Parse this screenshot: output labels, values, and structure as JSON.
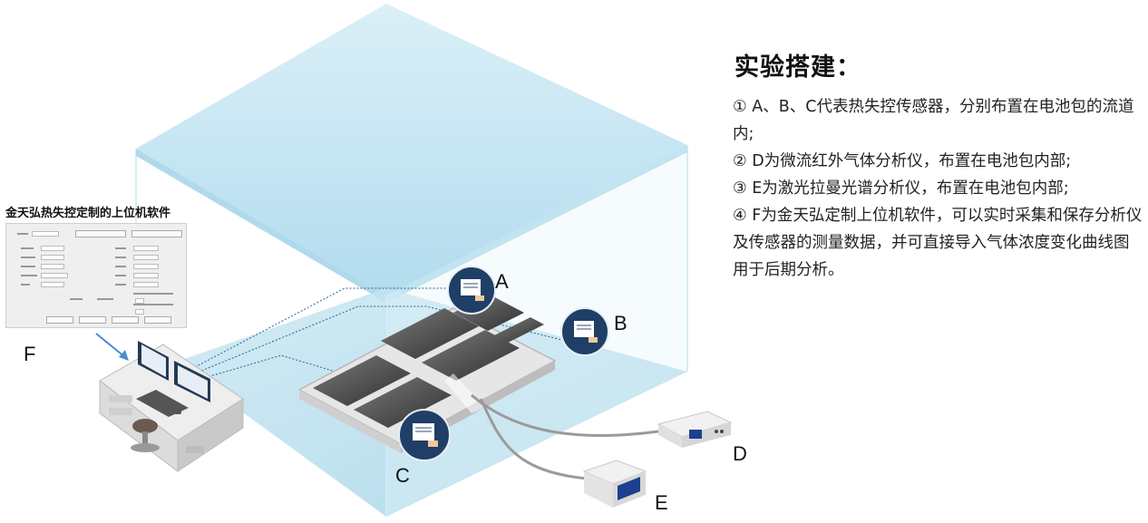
{
  "software": {
    "title": "金天弘热失控定制的上位机软件"
  },
  "labels": {
    "A": "A",
    "B": "B",
    "C": "C",
    "D": "D",
    "E": "E",
    "F": "F"
  },
  "panel": {
    "title": "实验搭建：",
    "items": [
      "① A、B、C代表热失控传感器，分别布置在电池包的流道内;",
      "② D为微流红外气体分析仪，布置在电池包内部;",
      "③ E为激光拉曼光谱分析仪，布置在电池包内部;",
      "④ F为金天弘定制上位机软件，可以实时采集和保存分析仪及传感器的测量数据，并可直接导入气体浓度变化曲线图用于后期分析。"
    ]
  },
  "colors": {
    "enclosure": "#bfe4f1",
    "sensor_badge": "#1f3f66",
    "arrow": "#4a8fd0"
  }
}
